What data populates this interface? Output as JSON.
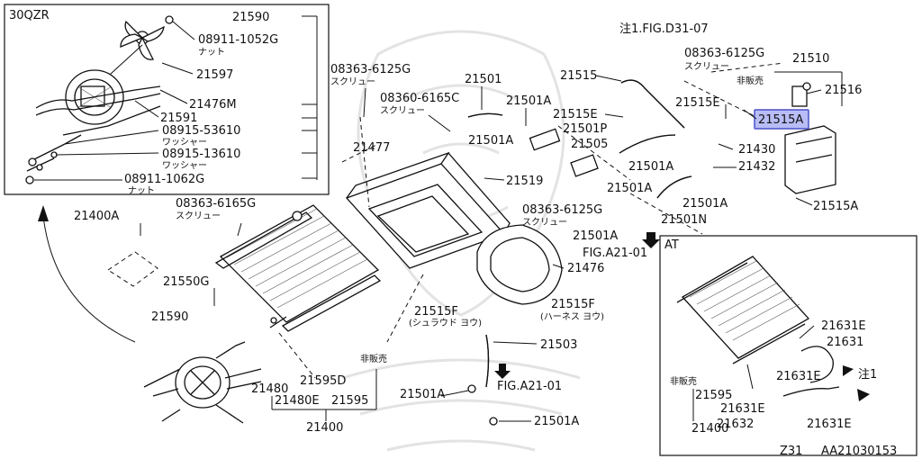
{
  "frame": {
    "variant_top_left": "30QZR",
    "variant_bottom_right": "AT",
    "note_ref": "注1.FIG.D31-07",
    "footer_model": "Z31",
    "footer_code": "AA21030153"
  },
  "highlight": {
    "part": "21515A",
    "color": "#b9bdf5"
  },
  "callouts": {
    "fan_21590": "21590",
    "nut_08911_1052G": "08911-1052G",
    "nut_jp_1": "ナット",
    "shroud_21597": "21597",
    "hose_21476M": "21476M",
    "bracket_21591": "21591",
    "washer_08915_53610": "08915-53610",
    "washer_jp_1": "ワッシャー",
    "washer_08915_13610": "08915-13610",
    "washer_jp_2": "ワッシャー",
    "nut_08911_1062G": "08911-1062G",
    "nut_jp_2": "ナット",
    "screw_08363_6125G_a": "08363-6125G",
    "screw_jp_a": "スクリュー",
    "screw_08360_6165C": "08360-6165C",
    "screw_jp_b": "スクリュー",
    "hose_21501": "21501",
    "clamp_21501A_a": "21501A",
    "hose_21515": "21515",
    "screw_08363_6125G_b": "08363-6125G",
    "screw_jp_c": "スクリュー",
    "tank_21510": "21510",
    "not_sold_a": "非販売",
    "cap_21516": "21516",
    "hose_21515E_a": "21515E",
    "hose_21515E_b": "21515E",
    "hose_21501P": "21501P",
    "clamp_21501A_b": "21501A",
    "joint_21505": "21505",
    "bolt_21430": "21430",
    "clamp_21501A_c": "21501A",
    "bracket_21432": "21432",
    "shroud_21477": "21477",
    "bolt_21519": "21519",
    "clamp_21501A_d": "21501A",
    "clamp_21501A_e": "21501A",
    "screw_08363_6125G_c": "08363-6125G",
    "screw_jp_d": "スクリュー",
    "hose_21501N": "21501N",
    "clamp_21515A_b": "21515A",
    "screw_08363_6165G": "08363-6165G",
    "screw_jp_e": "スクリュー",
    "bolt_21400A": "21400A",
    "clamp_21501A_f": "21501A",
    "fig_ref_a": "FIG.A21-01",
    "shroud_21476": "21476",
    "seal_21550G": "21550G",
    "fan_21590_b": "21590",
    "clip_21515F_a": "21515F",
    "clip_jp_a": "(シュラウド ヨウ)",
    "clip_21515F_b": "21515F",
    "clip_jp_b": "(ハーネス ヨウ)",
    "hose_21503": "21503",
    "not_sold_b": "非販売",
    "grommet_21480": "21480",
    "grommet_21480E": "21480E",
    "switch_21595D": "21595D",
    "switch_21595": "21595",
    "radiator_21400": "21400",
    "clamp_21501A_g": "21501A",
    "fig_ref_b": "FIG.A21-01",
    "clamp_21501A_h": "21501A",
    "at_hose_21631E_a": "21631E",
    "at_hose_21631": "21631",
    "at_hose_21631E_b": "21631E",
    "at_note": "注1",
    "at_not_sold": "非販売",
    "at_switch_21595": "21595",
    "at_hose_21631E_c": "21631E",
    "at_hose_21632": "21632",
    "at_hose_21631E_d": "21631E",
    "at_radiator_21400": "21400"
  }
}
